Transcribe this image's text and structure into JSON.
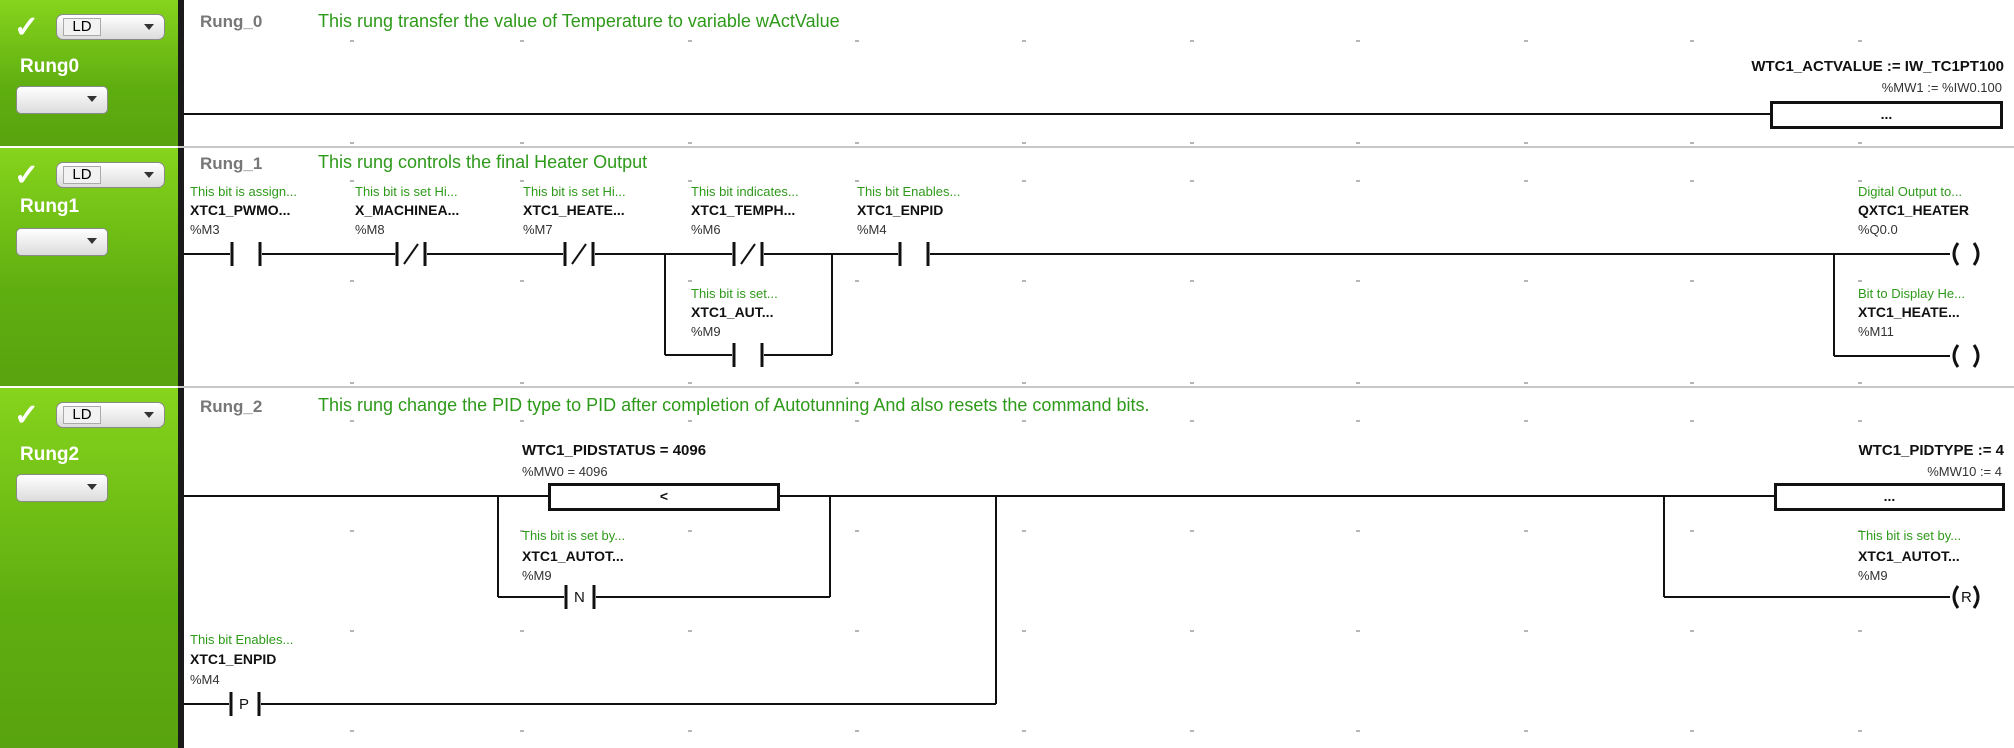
{
  "rungs": [
    {
      "title": "Rung0",
      "language": "LD",
      "name": "Rung_0",
      "comment": "This rung transfer the value of Temperature to variable wActValue",
      "operation": {
        "expr": "WTC1_ACTVALUE := IW_TC1PT100",
        "address": "%MW1 := %IW0.100",
        "box_label": "..."
      }
    },
    {
      "title": "Rung1",
      "language": "LD",
      "name": "Rung_1",
      "comment": "This rung controls the final Heater Output",
      "contacts": [
        {
          "comment": "This bit is assign...",
          "var": "XTC1_PWMO...",
          "addr": "%M3"
        },
        {
          "comment": "This bit is set Hi...",
          "var": "X_MACHINEA...",
          "addr": "%M8"
        },
        {
          "comment": "This bit is set Hi...",
          "var": "XTC1_HEATE...",
          "addr": "%M7"
        },
        {
          "comment": "This bit indicates...",
          "var": "XTC1_TEMPH...",
          "addr": "%M6"
        },
        {
          "comment": "This bit Enables...",
          "var": "XTC1_ENPID",
          "addr": "%M4"
        },
        {
          "comment": "This bit is set...",
          "var": "XTC1_AUT...",
          "addr": "%M9"
        }
      ],
      "coils": [
        {
          "comment": "Digital Output to...",
          "var": "QXTC1_HEATER",
          "addr": "%Q0.0"
        },
        {
          "comment": "Bit to Display He...",
          "var": "XTC1_HEATE...",
          "addr": "%M11"
        }
      ]
    },
    {
      "title": "Rung2",
      "language": "LD",
      "name": "Rung_2",
      "comment": "This rung change the PID type to PID after completion of Autotunning And also resets the command bits.",
      "compare": {
        "expr": "WTC1_PIDSTATUS = 4096",
        "address": "%MW0 = 4096",
        "box_label": "<"
      },
      "contacts": [
        {
          "comment": "This bit is set by...",
          "var": "XTC1_AUTOT...",
          "addr": "%M9",
          "symbol": "N"
        },
        {
          "comment": "This bit Enables...",
          "var": "XTC1_ENPID",
          "addr": "%M4",
          "symbol": "P"
        }
      ],
      "operation": {
        "expr": "WTC1_PIDTYPE := 4",
        "address": "%MW10 := 4",
        "box_label": "..."
      },
      "coil": {
        "comment": "This bit is set by...",
        "var": "XTC1_AUTOT...",
        "addr": "%M9",
        "symbol": "R"
      }
    }
  ],
  "colors": {
    "rung_header": "#6cc014",
    "comment_text": "#2e9a1a",
    "wire": "#111111"
  }
}
